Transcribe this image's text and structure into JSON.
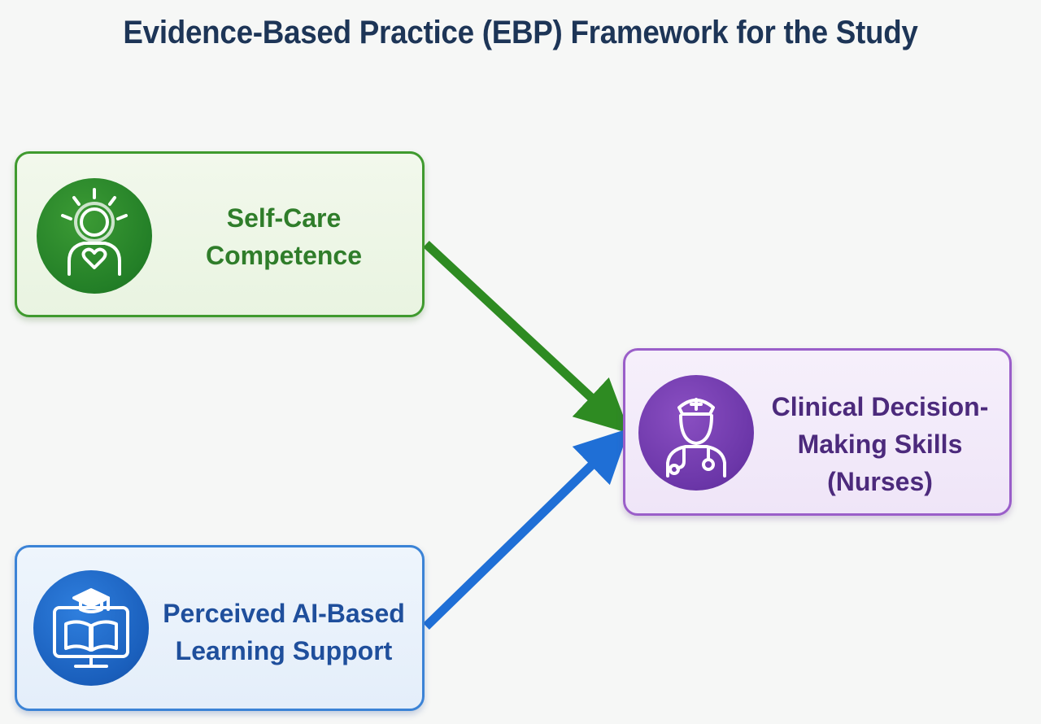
{
  "title": "Evidence-Based Practice (EBP) Framework for the Study",
  "nodes": {
    "self_care": {
      "lines": [
        "Self-Care",
        "Competence"
      ],
      "icon": "person-heart-icon",
      "color": "#2f7d2a"
    },
    "ai_support": {
      "lines": [
        "Perceived AI-Based",
        "Learning Support"
      ],
      "icon": "graduation-monitor-icon",
      "color": "#1f4f9c"
    },
    "clinical": {
      "lines": [
        "Clinical Decision-",
        "Making Skills",
        "(Nurses)"
      ],
      "icon": "nurse-icon",
      "color": "#4c2a7c"
    }
  },
  "edges": [
    {
      "from": "self_care",
      "to": "clinical",
      "color": "#2e8b22"
    },
    {
      "from": "ai_support",
      "to": "clinical",
      "color": "#1f6fd6"
    }
  ]
}
